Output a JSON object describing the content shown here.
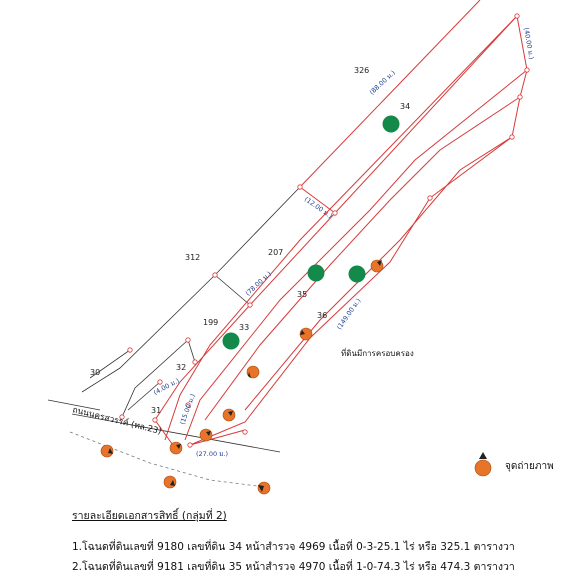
{
  "map": {
    "parcels": [
      "326",
      "34",
      "312",
      "207",
      "199",
      "33",
      "35",
      "36",
      "30",
      "32",
      "31"
    ],
    "dimensions": {
      "d88": "(88.00 ม.)",
      "d40": "(40.00 ม.)",
      "d12": "(12.00 ม.)",
      "d78": "(78.00 ม.)",
      "d149": "(149.00 ม.)",
      "d4": "(4.00 ม.)",
      "d15": "(15.00 ม.)",
      "d27": "(27.00 ม.)"
    },
    "road_label": "ถนนนครสวรรค์ (ทล.23)",
    "zone_label": "ที่ดินมีการครอบครอง",
    "colors": {
      "boundary": "#d83a3a",
      "parcel_line": "#333333",
      "marker_green": "#138a4a",
      "photo_orange": "#e8742a"
    }
  },
  "legend": {
    "photo_point": "จุดถ่ายภาพ",
    "icon": "camera-point-icon"
  },
  "details": {
    "title": "รายละเอียดเอกสารสิทธิ์ (กลุ่มที่ 2)",
    "line1": "1.โฉนดที่ดินเลขที่  9180  เลขที่ดิน  34  หน้าสำรวจ  4969  เนื้อที่  0-3-25.1 ไร่  หรือ  325.1 ตารางวา",
    "line2": "2.โฉนดที่ดินเลขที่  9181  เลขที่ดิน  35  หน้าสำรวจ  4970  เนื้อที่  1-0-74.3 ไร่  หรือ  474.3 ตารางวา"
  }
}
